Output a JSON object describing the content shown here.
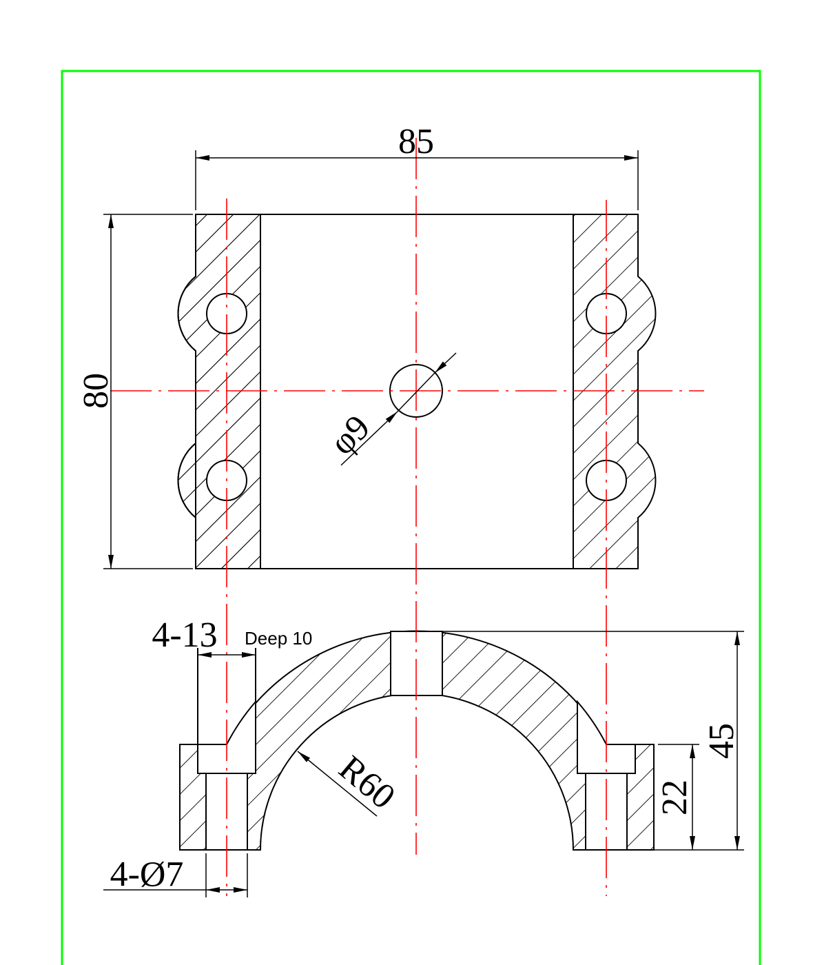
{
  "drawing": {
    "border_color": "#00ff00",
    "centerline_color": "#ff0000",
    "dimensions": {
      "width": "85",
      "height": "80",
      "center_hole": "φ9",
      "counterbore": "4-13",
      "counterbore_depth": "Deep 10",
      "through_hole": "4-Ø7",
      "radius": "R60",
      "total_height": "45",
      "flange_height": "22"
    }
  }
}
